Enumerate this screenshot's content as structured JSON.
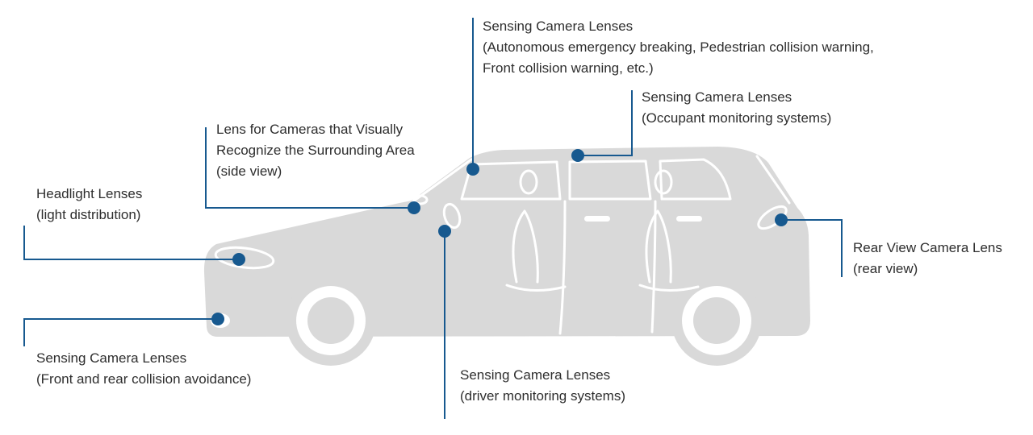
{
  "colors": {
    "accent": "#17598f",
    "car_body": "#d9d9d9",
    "text": "#2e2e2e",
    "background": "#ffffff"
  },
  "labels": [
    {
      "id": "front-sensing-cameras",
      "lines": [
        "Sensing Camera Lenses",
        "(Autonomous emergency breaking, Pedestrian collision warning,",
        "Front collision warning, etc.)"
      ]
    },
    {
      "id": "occupant-monitoring",
      "lines": [
        "Sensing Camera Lenses",
        "(Occupant monitoring systems)"
      ]
    },
    {
      "id": "surround-view",
      "lines": [
        "Lens for Cameras that Visually",
        "Recognize the Surrounding Area",
        "(side view)"
      ]
    },
    {
      "id": "headlight",
      "lines": [
        "Headlight Lenses",
        "(light distribution)"
      ]
    },
    {
      "id": "collision-avoidance",
      "lines": [
        "Sensing Camera Lenses",
        "(Front and rear collision avoidance)"
      ]
    },
    {
      "id": "driver-monitoring",
      "lines": [
        "Sensing Camera Lenses",
        "(driver monitoring systems)"
      ]
    },
    {
      "id": "rear-view",
      "lines": [
        "Rear View Camera Lens",
        "(rear view)"
      ]
    }
  ]
}
